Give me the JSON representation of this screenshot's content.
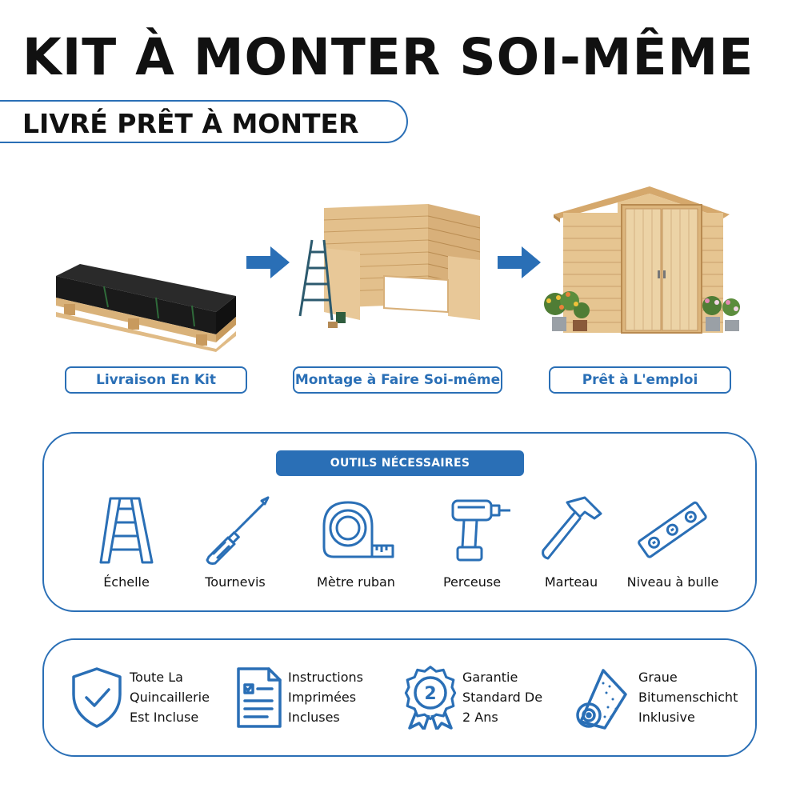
{
  "header": {
    "title": "KIT À MONTER SOI-MÊME",
    "subtitle": "LIVRÉ PRÊT À MONTER"
  },
  "steps": [
    {
      "label": "Livraison En Kit",
      "image": "pallet-kit"
    },
    {
      "label": "Montage à Faire Soi-même",
      "image": "shed-assembly"
    },
    {
      "label": "Prêt à L'emploi",
      "image": "finished-shed"
    }
  ],
  "tools": {
    "title": "OUTILS NÉCESSAIRES",
    "items": [
      {
        "label": "Échelle",
        "icon": "ladder-icon"
      },
      {
        "label": "Tournevis",
        "icon": "screwdriver-icon"
      },
      {
        "label": "Mètre ruban",
        "icon": "tape-measure-icon"
      },
      {
        "label": "Perceuse",
        "icon": "drill-icon"
      },
      {
        "label": "Marteau",
        "icon": "hammer-icon"
      },
      {
        "label": "Niveau à bulle",
        "icon": "spirit-level-icon"
      }
    ]
  },
  "features": [
    {
      "lines": [
        "Toute La",
        "Quincaillerie",
        "Est Incluse"
      ],
      "icon": "shield-check-icon"
    },
    {
      "lines": [
        "Instructions",
        "Imprimées",
        "Incluses"
      ],
      "icon": "document-checklist-icon"
    },
    {
      "lines": [
        "Garantie",
        "Standard De",
        "2 Ans"
      ],
      "icon": "warranty-badge-icon",
      "badge_number": "2"
    },
    {
      "lines": [
        "Graue",
        "Bitumenschicht",
        "Inklusive"
      ],
      "icon": "roll-icon"
    }
  ],
  "colors": {
    "accent": "#2a6fb6",
    "text": "#111111",
    "wood": "#e3c08c"
  }
}
